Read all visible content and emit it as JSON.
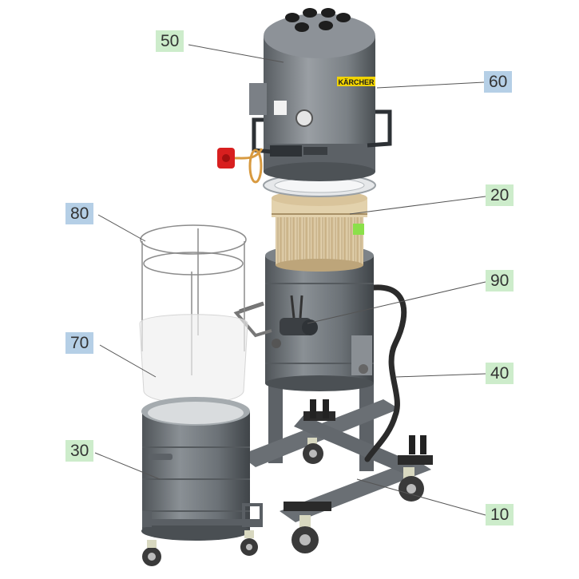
{
  "brand": "KÄRCHER",
  "colors": {
    "green_label": "#cdeccb",
    "blue_label": "#b5cfe6",
    "body_gray": "#6e7378",
    "leader_line": "#555555"
  },
  "callouts": [
    {
      "id": "c50",
      "text": "50",
      "style": "green",
      "part": "motor-head"
    },
    {
      "id": "c60",
      "text": "60",
      "style": "blue",
      "part": "motor-head-logo"
    },
    {
      "id": "c20",
      "text": "20",
      "style": "green",
      "part": "filter-cartridge"
    },
    {
      "id": "c80",
      "text": "80",
      "style": "blue",
      "part": "wire-basket-frame"
    },
    {
      "id": "c90",
      "text": "90",
      "style": "green",
      "part": "suction-inlet"
    },
    {
      "id": "c70",
      "text": "70",
      "style": "blue",
      "part": "clear-liner-bag"
    },
    {
      "id": "c40",
      "text": "40",
      "style": "green",
      "part": "hose"
    },
    {
      "id": "c30",
      "text": "30",
      "style": "green",
      "part": "collection-drum"
    },
    {
      "id": "c10",
      "text": "10",
      "style": "green",
      "part": "chassis"
    }
  ]
}
